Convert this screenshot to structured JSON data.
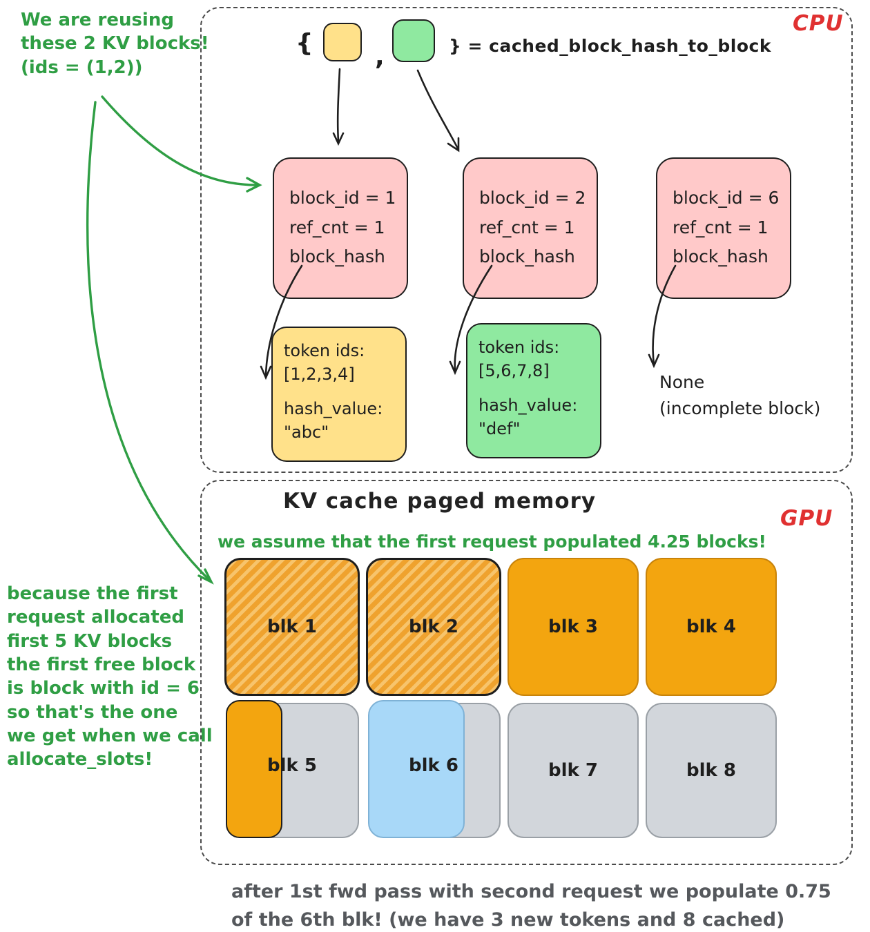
{
  "colors": {
    "ink": "#1e1e1e",
    "red-label": "#e03131",
    "green-note": "#2f9e44",
    "pink-fill": "#ffc9c9",
    "yellow-fill": "#ffe18a",
    "green-fill": "#8fe9a0",
    "orange-fill": "#f3a50f",
    "gray-fill": "#d2d6db",
    "blue-fill": "#a8d8f8",
    "caption-gray": "#55585c"
  },
  "cpu": {
    "region_label": "CPU",
    "dict_line": {
      "open_brace": "{",
      "comma": ",",
      "close_text": "} = cached_block_hash_to_block"
    },
    "blocks": [
      {
        "id_line": "block_id = 1",
        "ref_line": "ref_cnt = 1",
        "hash_line": "block_hash"
      },
      {
        "id_line": "block_id = 2",
        "ref_line": "ref_cnt = 1",
        "hash_line": "block_hash"
      },
      {
        "id_line": "block_id = 6",
        "ref_line": "ref_cnt = 1",
        "hash_line": "block_hash"
      }
    ],
    "token_boxes": [
      {
        "tokens_label": "token ids:",
        "tokens": "[1,2,3,4]",
        "hash_label": "hash_value:",
        "hash": "\"abc\""
      },
      {
        "tokens_label": "token ids:",
        "tokens": "[5,6,7,8]",
        "hash_label": "hash_value:",
        "hash": "\"def\""
      }
    ],
    "none_note": {
      "line1": "None",
      "line2": "(incomplete block)"
    }
  },
  "gpu": {
    "region_label": "GPU",
    "title": "KV cache paged memory",
    "assumption_note": "we assume that the first request populated 4.25 blocks!",
    "block_labels": [
      "blk 1",
      "blk 2",
      "blk 3",
      "blk 4",
      "blk 5",
      "blk 6",
      "blk 7",
      "blk 8"
    ]
  },
  "annotations": {
    "reuse_note_lines": [
      "We are reusing",
      "these 2 KV blocks!",
      "(ids = (1,2))"
    ],
    "left_note_lines": [
      "because the first",
      "request allocated",
      "first 5 KV blocks",
      "the first free block",
      "is block with id = 6",
      "so that's the one",
      "we get when we call",
      "allocate_slots!"
    ],
    "caption_line1": "after 1st fwd pass with second request we populate 0.75",
    "caption_line2": "of the 6th blk! (we have 3 new tokens and 8 cached)"
  }
}
